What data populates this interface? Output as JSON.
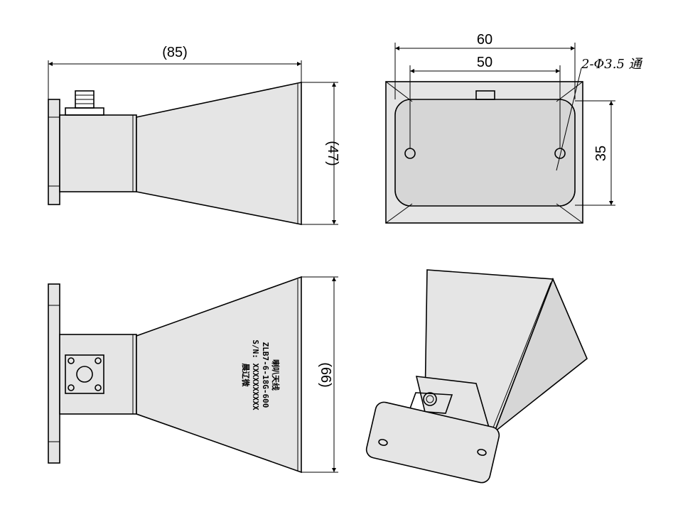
{
  "views": {
    "top_left": {
      "length_dim": "(85)",
      "height_dim": "(47)"
    },
    "top_right": {
      "width_outer_dim": "60",
      "width_holes_dim": "50",
      "height_holes_dim": "35",
      "hole_note": "2-Φ3.5 通"
    },
    "bottom_left": {
      "height_dim": "(66)",
      "nameplate": [
        "喇叭天线",
        "ZLB7-6-18G-600",
        "S/N: XXXXXXXXXX",
        "晨辽微"
      ]
    }
  }
}
